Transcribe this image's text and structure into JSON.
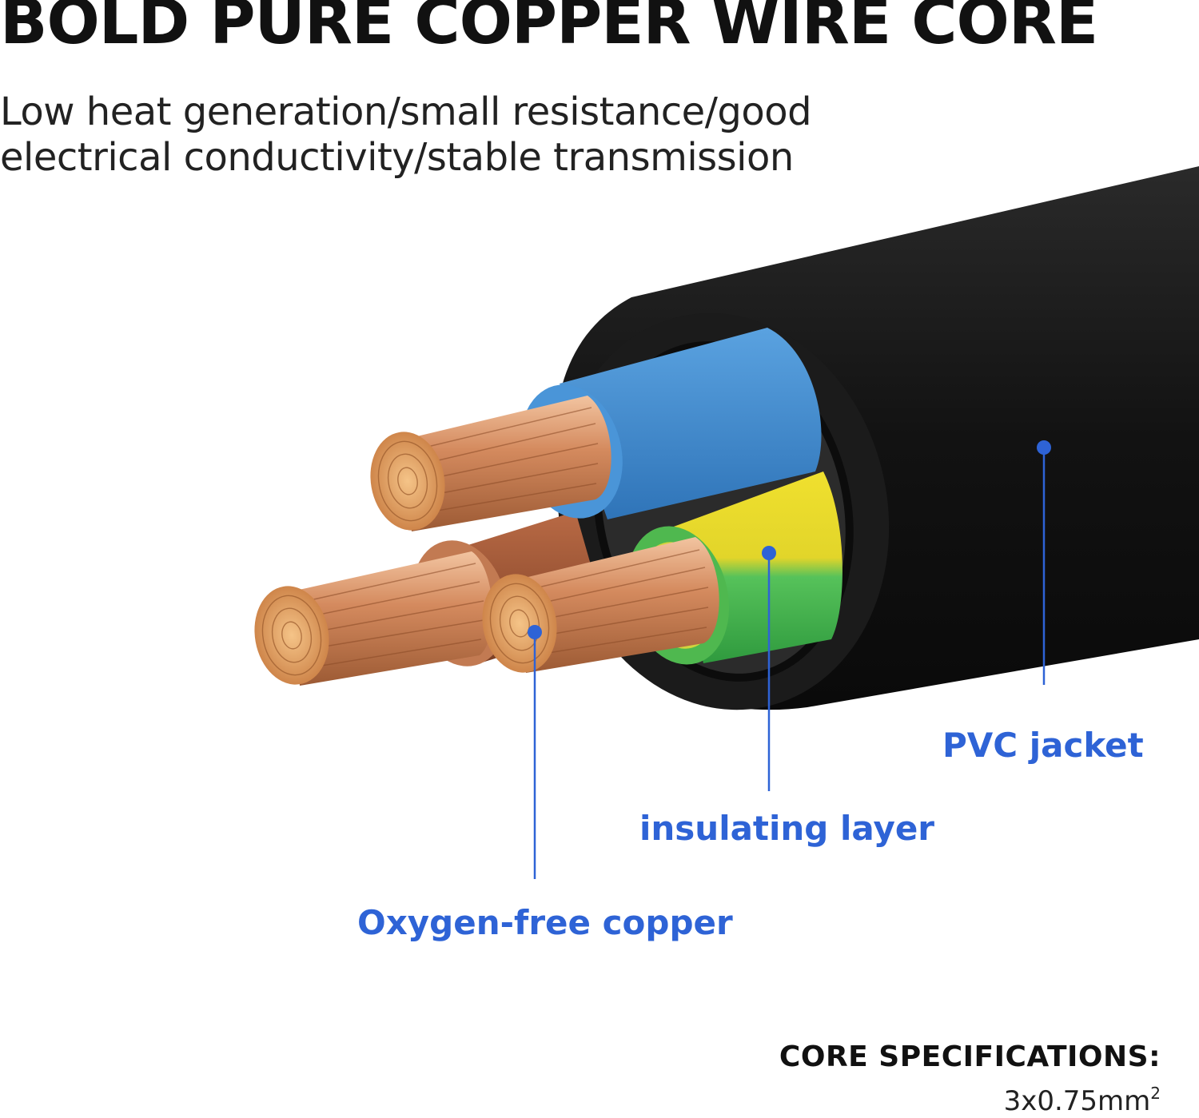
{
  "header": {
    "title": "BOLD PURE COPPER WIRE CORE",
    "subtitle_line1": "Low heat generation/small resistance/good",
    "subtitle_line2": "electrical conductivity/stable transmission"
  },
  "callouts": {
    "jacket": "PVC jacket",
    "insulation": "insulating layer",
    "conductor": "Oxygen-free copper"
  },
  "specs": {
    "label": "CORE SPECIFICATIONS:",
    "value": "3x0.75mm",
    "value_exponent": "2"
  },
  "colors": {
    "accent": "#2e63d6",
    "jacket": "#141414",
    "blue_insulation": "#3a87d2",
    "yellow_green_insulation": "#e8d62a",
    "copper": "#d7905c"
  }
}
